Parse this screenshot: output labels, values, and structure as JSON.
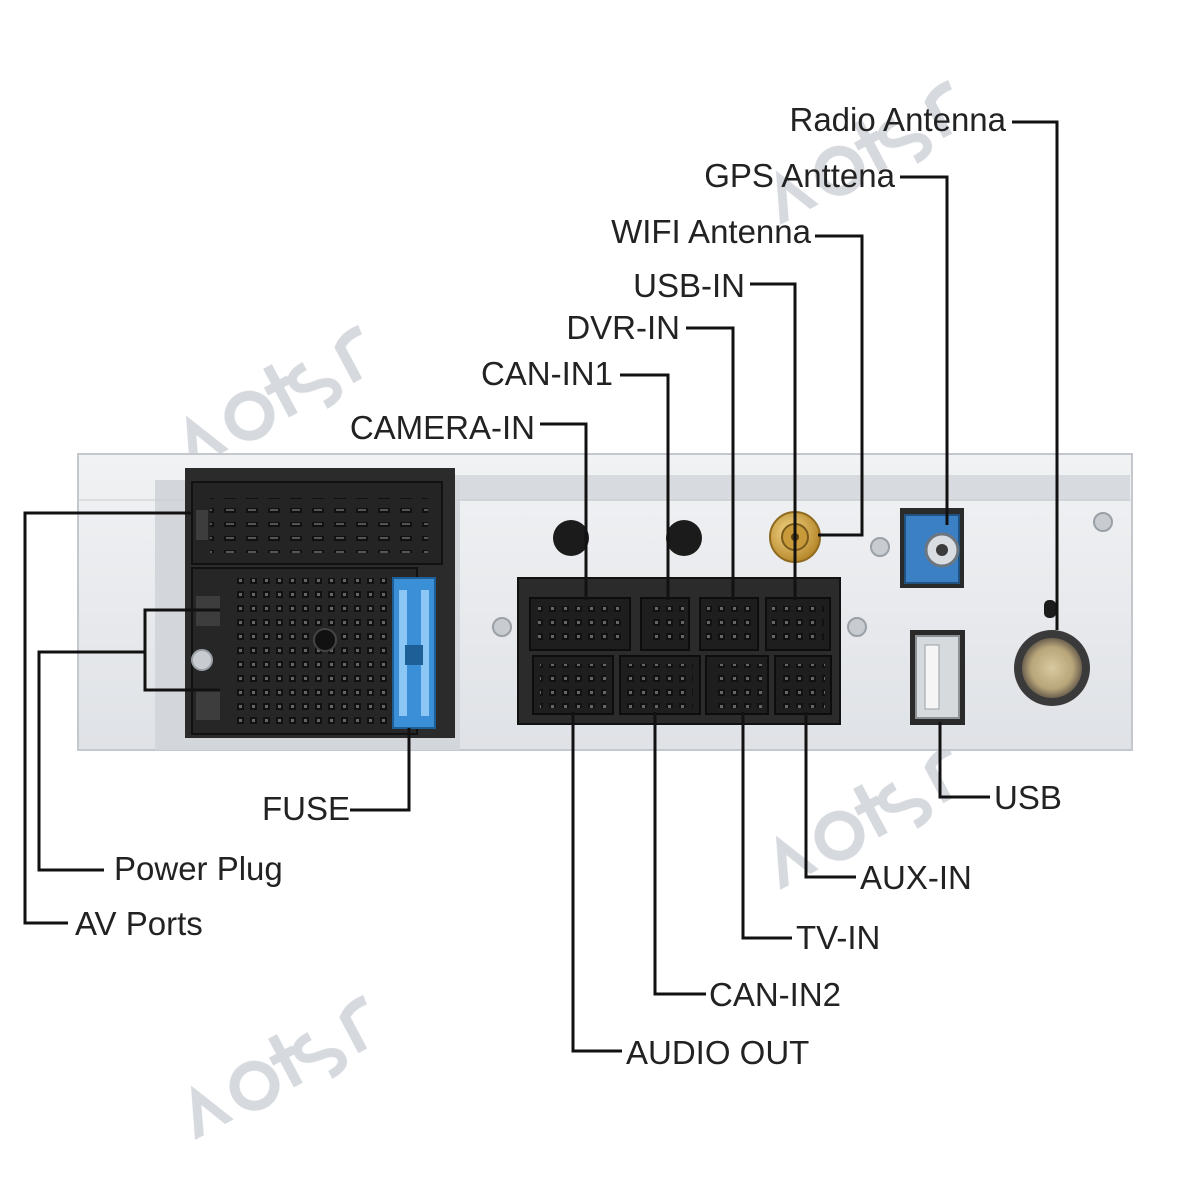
{
  "watermark": {
    "brand": "Aotsr"
  },
  "colors": {
    "text": "#222222",
    "leader": "#111111",
    "chassis": "#e8eaed",
    "connector": "#2b2b2b",
    "fuse": "#3a8fd6",
    "fakra": "#3b7fc4",
    "sma_gold": "#d4a640",
    "watermark": "#c9cdd3"
  },
  "labels": {
    "radio_antenna": "Radio Antenna",
    "gps_antenna": "GPS Anttena",
    "wifi_antenna": "WIFI Antenna",
    "usb_in": "USB-IN",
    "dvr_in": "DVR-IN",
    "can_in1": "CAN-IN1",
    "camera_in": "CAMERA-IN",
    "fuse": "FUSE",
    "power_plug": "Power Plug",
    "av_ports": "AV Ports",
    "usb": "USB",
    "aux_in": "AUX-IN",
    "tv_in": "TV-IN",
    "can_in2": "CAN-IN2",
    "audio_out": "AUDIO OUT"
  }
}
